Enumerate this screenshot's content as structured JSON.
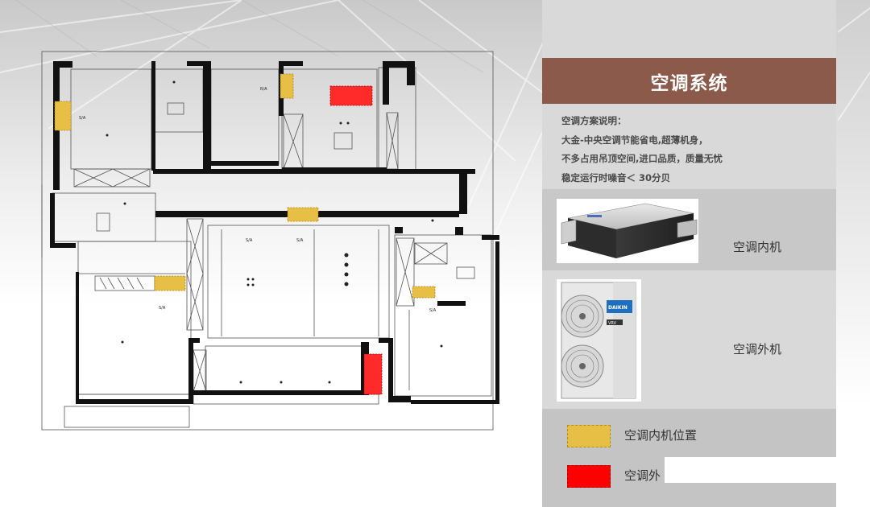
{
  "title": "空调系统",
  "description": {
    "heading": "空调方案说明：",
    "lines": [
      "大金-中央空调节能省电,超薄机身，",
      "不多占用吊顶空间,进口品质，质量无忧",
      "稳定运行时噪音＜ 30分贝"
    ]
  },
  "products": [
    {
      "label": "空调内机",
      "icon": "ducted-indoor-unit-photo"
    },
    {
      "label": "空调外机",
      "icon": "outdoor-unit-photo"
    }
  ],
  "outdoor_unit_brand": "DAIKIN",
  "outdoor_unit_badge": "VRV",
  "legend": [
    {
      "label": "空调内机位置",
      "color": "#e8bf45"
    },
    {
      "label": "空调外",
      "color": "#ff0000"
    }
  ],
  "colors": {
    "panel": "#d9d9d9",
    "title_bar": "#8c5a4a",
    "indoor": "#e8bf45",
    "outdoor": "#ff2a2a"
  }
}
